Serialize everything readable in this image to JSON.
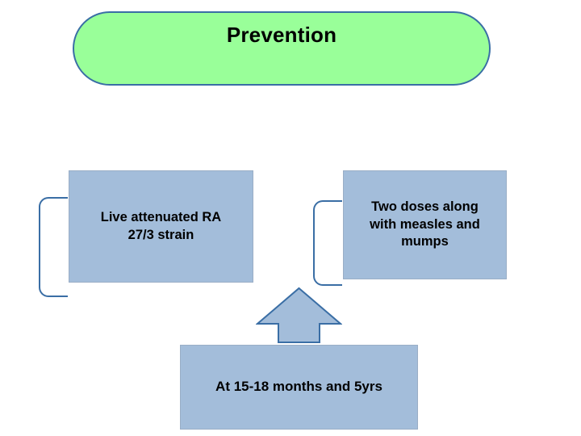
{
  "diagram": {
    "title": "Prevention",
    "nodes": {
      "vaccine_type": "Live attenuated  RA 27/3 strain",
      "vaccine_type_line1": "Live attenuated  RA",
      "vaccine_type_line2": "27/3 strain",
      "dosing": "Two doses along with measles and mumps",
      "dosing_line1": "Two doses along",
      "dosing_line2": "with measles and",
      "dosing_line3": "mumps",
      "schedule": "At 15-18 months and 5yrs"
    },
    "colors": {
      "title_fill": "#99ff99",
      "title_border": "#3a6ea5",
      "box_fill": "#a3bdda",
      "arrow_fill": "#a3bdda",
      "arrow_border": "#3a6ea5",
      "text": "#000000"
    },
    "icons": {
      "arrow": "up-arrow-icon",
      "bracket_left": "bracket-icon",
      "bracket_right": "bracket-icon"
    }
  }
}
